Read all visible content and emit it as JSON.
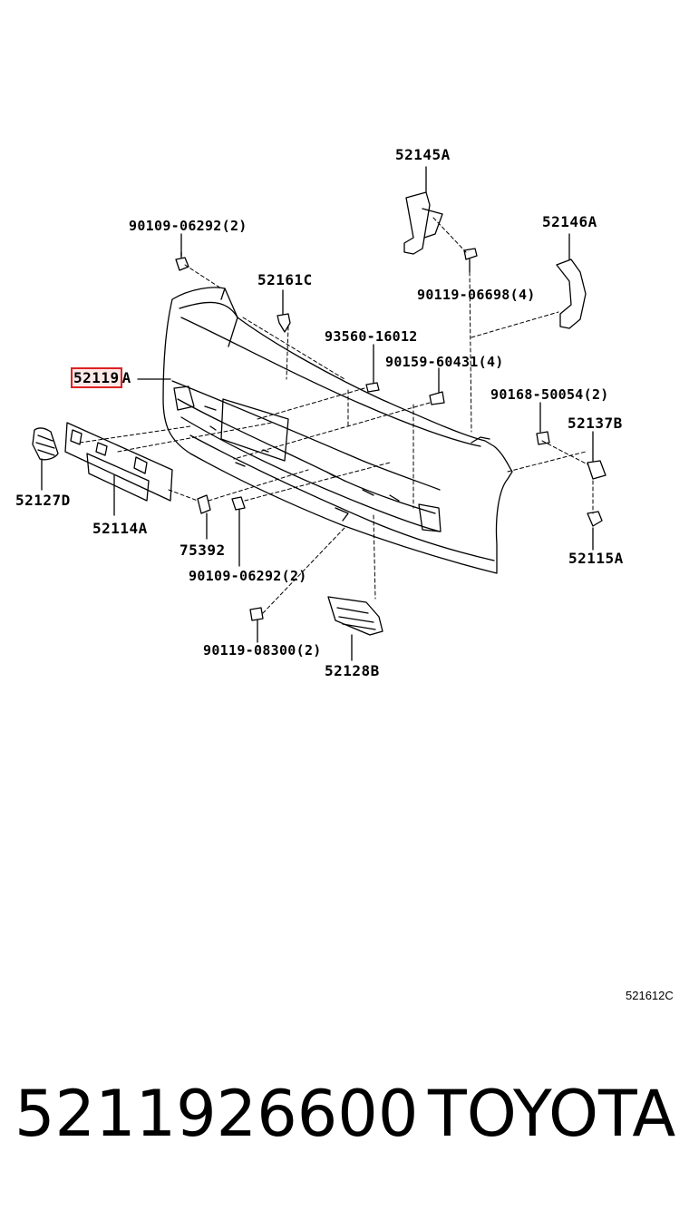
{
  "labels": {
    "p52145A": "52145A",
    "p90109_top": "90109-06292(2)",
    "p52146A": "52146A",
    "p52161C": "52161C",
    "p90119_06698": "90119-06698(4)",
    "p93560": "93560-16012",
    "p90159": "90159-60431(4)",
    "p52119A_num": "52119",
    "p52119A_suf": "A",
    "p90168": "90168-50054(2)",
    "p52137B": "52137B",
    "p52127D": "52127D",
    "p52114A": "52114A",
    "p75392": "75392",
    "p90109_bottom": "90109-06292(2)",
    "p52115A": "52115A",
    "p90119_08300": "90119-08300(2)",
    "p52128B": "52128B"
  },
  "diagram_code": "521612C",
  "footer": {
    "part_number": "5211926600",
    "brand": "TOYOTA"
  },
  "colors": {
    "line": "#000000",
    "highlight_border": "#dd2222",
    "highlight_fill": "#fde8e8"
  }
}
